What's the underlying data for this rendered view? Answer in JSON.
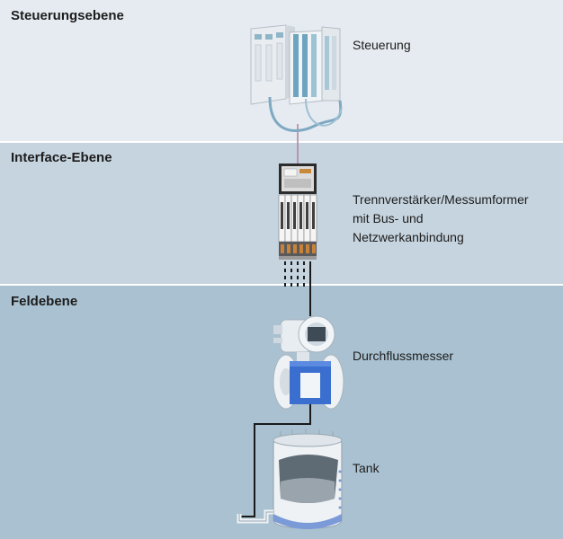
{
  "levels": [
    {
      "title": "Steuerungsebene"
    },
    {
      "title": "Interface-Ebene"
    },
    {
      "title": "Feldebene"
    }
  ],
  "devices": {
    "controller": {
      "label": "Steuerung"
    },
    "isolator": {
      "label_lines": [
        "Trennverstärker/Messumformer",
        "mit Bus- und",
        "Netzwerkanbindung"
      ]
    },
    "flowmeter": {
      "label": "Durchflussmesser"
    },
    "tank": {
      "label": "Tank"
    }
  },
  "colors": {
    "band_top": "#e6ebf1",
    "band_middle": "#c6d4df",
    "band_bottom": "#a9c1d0",
    "bus_line": "#b080a0",
    "signal_line": "#1a1a1a",
    "accent_blue": "#3a6fd0"
  }
}
